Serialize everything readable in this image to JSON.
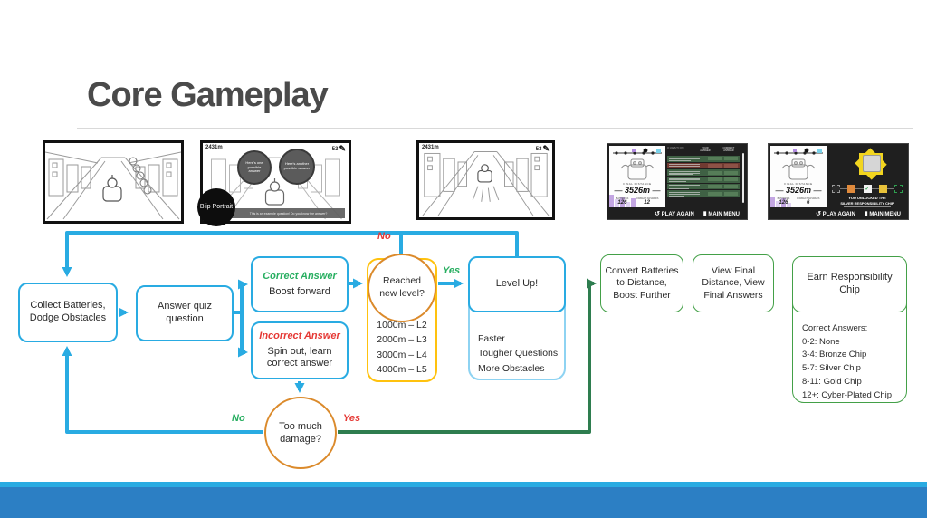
{
  "slide": {
    "title": "Core Gameplay"
  },
  "colors": {
    "accent_blue": "#29ABE2",
    "light_blue": "#8ED3F2",
    "green": "#43A047",
    "orange": "#DB8A2B",
    "yellow": "#FFC20E",
    "red_label": "#E53935",
    "green_label": "#27AE60",
    "footer_blue": "#2C7FC4"
  },
  "hud": {
    "distance": "2431m",
    "score": "53"
  },
  "question_overlay": {
    "bubble1": "Here's one possible answer",
    "bubble2": "Here's another possible answer",
    "portrait": "Blip Portrait",
    "banner": "This is an example question! Do you know the answer?"
  },
  "menu": {
    "play_again": "PLAY AGAIN",
    "main_menu": "MAIN MENU"
  },
  "results_screen": {
    "final_distance_label": "FINAL DISTANCE",
    "final_distance": "3526m",
    "batteries_label": "BATTERIES",
    "batteries_value": "126",
    "answers_label": "CORRECT ANSWERS",
    "answers_value": "12",
    "question_header": "QUESTION",
    "your_answer_header": "YOUR ANSWER",
    "correct_answer_header": "CORRECT ANSWER",
    "rows": [
      "correct",
      "incorrect",
      "correct",
      "correct",
      "correct",
      "correct"
    ]
  },
  "unlock_screen": {
    "final_distance_label": "FINAL DISTANCE",
    "final_distance": "3526m",
    "batteries_label": "BATTERIES",
    "batteries_value": "126",
    "answers_label": "CORRECT ANSWERS",
    "answers_value": "6",
    "unlock_line1": "YOU UNLOCKED THE",
    "unlock_line2": "SILVER RESPONSIBILITY CHIP",
    "chips": [
      "locked",
      "bronze",
      "silver",
      "gold",
      "cyber"
    ]
  },
  "flowchart": {
    "collect": "Collect Batteries, Dodge Obstacles",
    "quiz": "Answer quiz question",
    "correct_title": "Correct Answer",
    "correct_body": "Boost forward",
    "incorrect_title": "Incorrect Answer",
    "incorrect_body": "Spin out, learn correct answer",
    "reached": "Reached new level?",
    "levels": [
      "1000m – L2",
      "2000m – L3",
      "3000m – L4",
      "4000m – L5"
    ],
    "level_up": "Level Up!",
    "level_up_details": [
      "Faster",
      "Tougher Questions",
      "More Obstacles"
    ],
    "damage": "Too much damage?",
    "convert": "Convert Batteries to Distance, Boost Further",
    "view_final": "View Final Distance, View Final Answers",
    "earn_chip": "Earn Responsibility Chip",
    "chip_tiers": [
      "Correct Answers:",
      "0-2: None",
      "3-4: Bronze Chip",
      "5-7: Silver Chip",
      "8-11: Gold Chip",
      "12+: Cyber-Plated Chip"
    ],
    "label_no_top": "No",
    "label_yes_top": "Yes",
    "label_no_bottom": "No",
    "label_yes_bottom": "Yes"
  }
}
